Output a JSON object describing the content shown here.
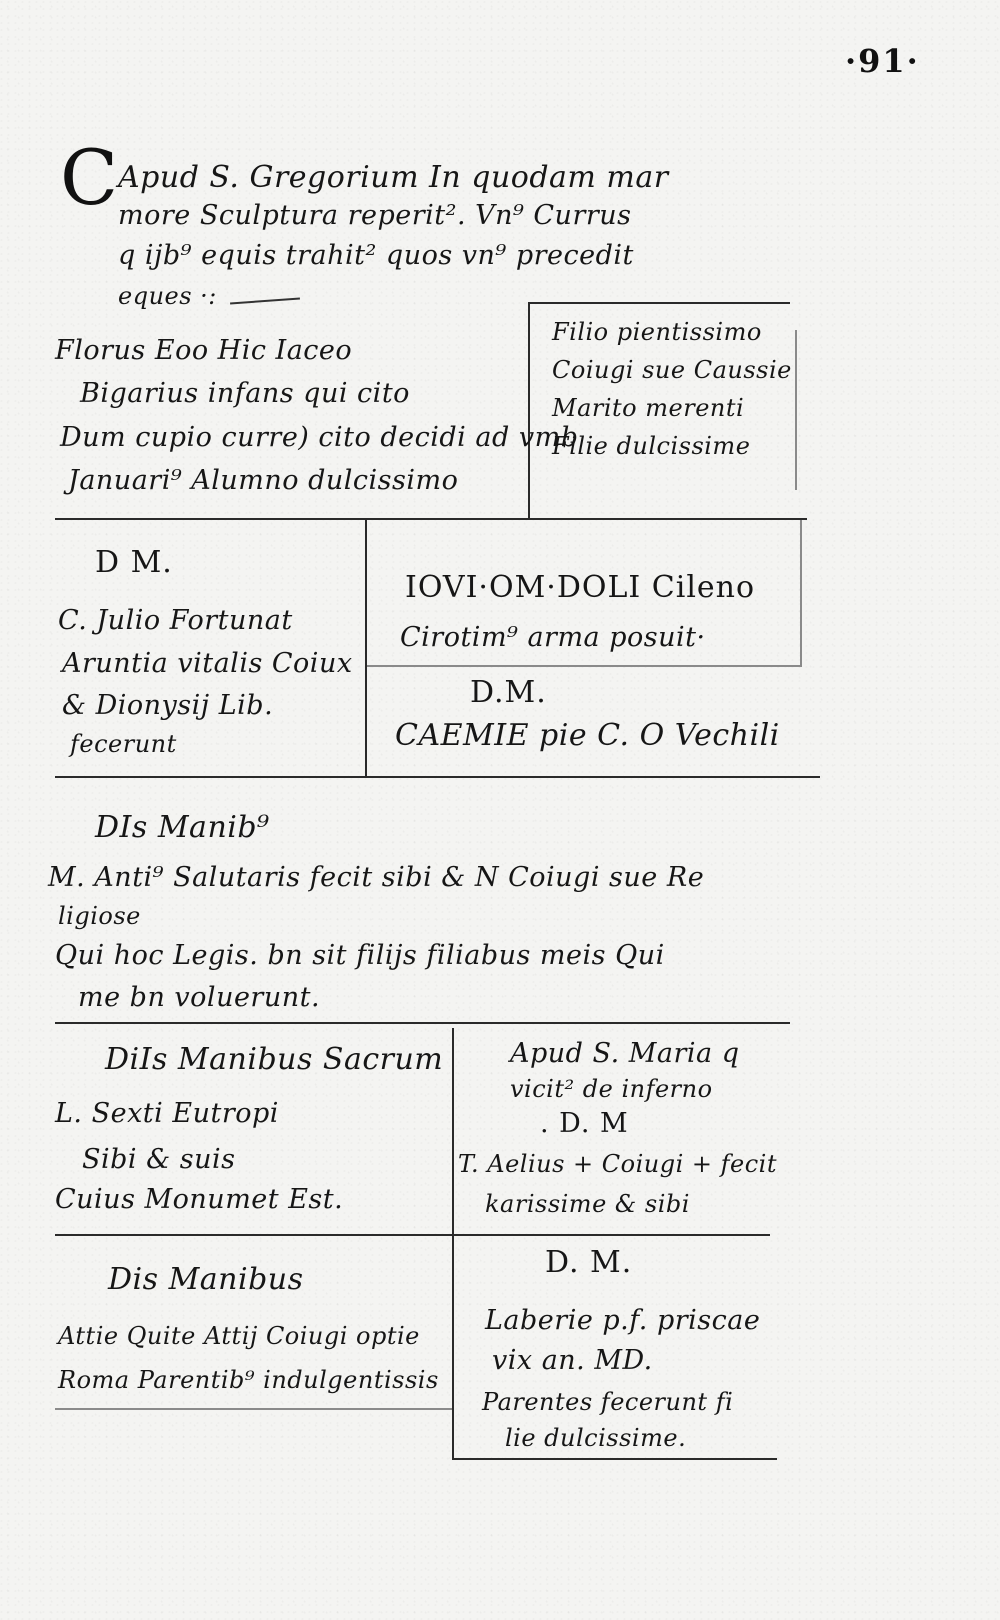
{
  "page_number": "·91·",
  "header_block": {
    "initial": "C",
    "lines": [
      "Apud S. Gregorium In quodam mar",
      "more Sculptura reperit². Vn⁹ Currus",
      "q ijb⁹ equis trahit² quos vn⁹ precedit",
      "eques ·:"
    ]
  },
  "inscription_florus": {
    "lines": [
      "Florus Eoo Hic Iaceo",
      "Bigarius infans qui cito",
      "Dum cupio curre) cito decidi ad vmb",
      "Januari⁹ Alumno dulcissimo"
    ]
  },
  "inscription_filio": {
    "lines": [
      "Filio pientissimo",
      "Coiugi sue Caussie",
      "Marito merenti",
      "Filie dulcissime"
    ]
  },
  "inscription_julio": {
    "lines": [
      "D M.",
      "C. Julio Fortunat",
      "Aruntia vitalis Coiux",
      "& Dionysij Lib.",
      "fecerunt"
    ]
  },
  "inscription_iovi": {
    "lines": [
      "IOVI·OM·DOLI Cileno",
      "Cirotim⁹ arma posuit·"
    ]
  },
  "inscription_caemie": {
    "lines": [
      "D.M.",
      "CAEMIE pie C. O Vechili"
    ]
  },
  "inscription_salutaris": {
    "lines": [
      "DIs Manib⁹",
      "M. Anti⁹ Salutaris fecit sibi & N Coiugi sue Re",
      "ligiose",
      "Qui hoc Legis. bn sit filijs filiabus meis Qui",
      "me bn voluerunt."
    ]
  },
  "inscription_eutropi": {
    "lines": [
      "DiIs Manibus Sacrum",
      "L. Sexti Eutropi",
      "Sibi & suis",
      "Cuius Monumet Est."
    ]
  },
  "inscription_maria": {
    "lines": [
      "Apud S. Maria q",
      "vicit² de inferno",
      ". D. M",
      "T. Aelius + Coiugi + fecit",
      "karissime & sibi"
    ]
  },
  "inscription_attie": {
    "lines": [
      "Dis Manibus",
      "Attie Quite Attij Coiugi optie",
      "Roma Parentib⁹ indulgentissis"
    ]
  },
  "inscription_laberie": {
    "lines": [
      "D. M.",
      "Laberie p.f. priscae",
      "vix an. MD.",
      "Parentes fecerunt fi",
      "lie dulcissime."
    ]
  }
}
